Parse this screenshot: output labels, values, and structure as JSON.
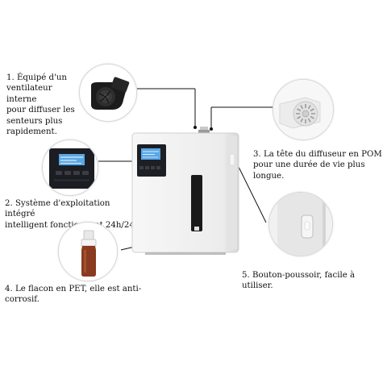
{
  "captions": {
    "c1": [
      "1. Équipé d'un",
      "ventilateur interne",
      "pour diffuser les",
      "senteurs plus",
      "rapidement."
    ],
    "c2": [
      "2. Système d'exploitation intégré",
      "intelligent fonctionnant 24h/24."
    ],
    "c3": [
      "3. La tête du diffuseur en POM",
      "pour une durée de vie plus longue."
    ],
    "c4": "4. Le flacon en PET, elle est anti-corrosif.",
    "c5": "5. Bouton-poussoir, facile à utiliser."
  },
  "colors": {
    "line": "#111111",
    "device_body": "#f2f2f2",
    "screen": "#1d1f24",
    "lcd": "#5aa7e6",
    "bottle": "#8a3a1e"
  },
  "icons": {
    "fan": "blower-fan-icon",
    "panel": "control-panel-icon",
    "nozzle": "diffuser-head-icon",
    "bottle": "pet-bottle-icon",
    "button": "push-button-icon"
  }
}
